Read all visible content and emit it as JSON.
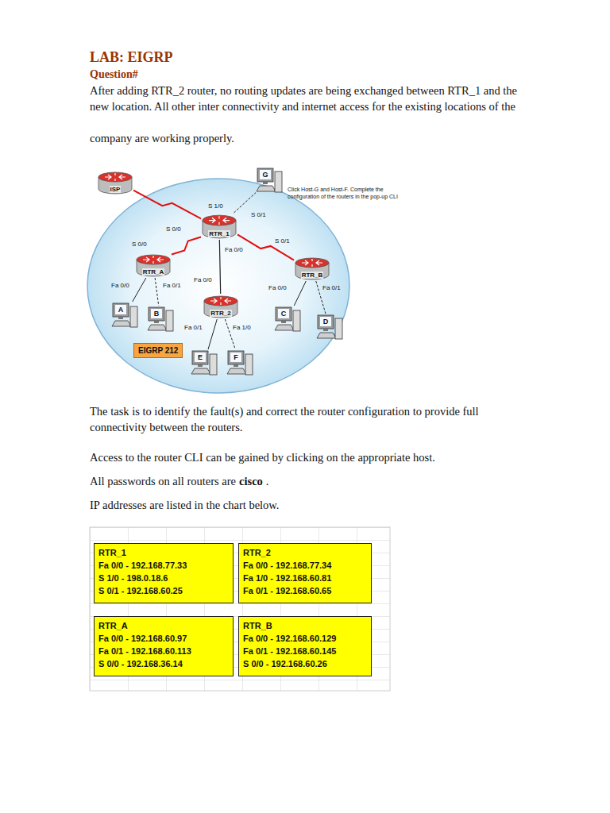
{
  "diagram": {
    "title": "LAB: EIGRP",
    "nodes": [
      {
        "text": [
          "ISP"
        ]
      },
      {
        "text": [
          "G"
        ]
      },
      {
        "text": [
          "RTR_1"
        ]
      },
      {
        "text": [
          "RTR_A"
        ]
      },
      {
        "text": [
          "RTR_2"
        ]
      },
      {
        "text": [
          "RTR_B"
        ]
      },
      {
        "text": [
          "A"
        ]
      },
      {
        "text": [
          "B"
        ]
      },
      {
        "text": [
          "E"
        ]
      },
      {
        "text": [
          "F"
        ]
      },
      {
        "text": [
          "C"
        ]
      },
      {
        "text": [
          "D"
        ]
      },
      {
        "text": [
          "EIGRP 212"
        ]
      },
      {
        "text": [
          "RTR_1",
          "Fa 0/0 - 192.168.77.33",
          "S 1/0 - 198.0.18.6",
          "S 0/1 - 192.168.60.25"
        ]
      },
      {
        "text": [
          "RTR_2",
          "Fa 0/0 - 192.168.77.34",
          "Fa 1/0 - 192.168.60.81",
          "Fa 0/1 - 192.168.60.65"
        ]
      },
      {
        "text": [
          "RTR_A",
          "Fa 0/0 - 192.168.60.97",
          "Fa 0/1 - 192.168.60.113",
          "S 0/0 - 192.168.36.14"
        ]
      },
      {
        "text": [
          "RTR_B",
          "Fa 0/0 - 192.168.60.129",
          "Fa 0/1 - 192.168.60.145",
          "S 0/0 - 192.168.60.26"
        ]
      }
    ],
    "edges": [
      {
        "from": 0,
        "to": 2,
        "arrow": "none"
      },
      {
        "from": 2,
        "to": 1,
        "arrow": "none"
      },
      {
        "from": 2,
        "to": 3,
        "arrow": "none"
      },
      {
        "from": 2,
        "to": 4,
        "arrow": "none"
      },
      {
        "from": 2,
        "to": 5,
        "arrow": "none"
      },
      {
        "from": 3,
        "to": 6,
        "arrow": "none"
      },
      {
        "from": 3,
        "to": 7,
        "arrow": "none"
      },
      {
        "from": 4,
        "to": 8,
        "arrow": "none"
      },
      {
        "from": 4,
        "to": 9,
        "arrow": "none"
      },
      {
        "from": 5,
        "to": 10,
        "arrow": "none"
      },
      {
        "from": 5,
        "to": 11,
        "arrow": "none"
      }
    ],
    "labels": [
      "Question#",
      "After adding RTR_2 router, no routing updates are being exchanged between RTR_1 and the new location. All other inter connectivity and internet access for the existing locations of the",
      "company are working properly.",
      "S 1/0",
      "S 0/0",
      "S 0/1",
      "Fa 0/0",
      "S 0/0",
      "Click Host-G and Host-F. Complete the configuration of the routers in the pop-up CLI",
      "Fa 0/0",
      "Fa 0/1",
      "Fa 0/0",
      "S 0/1",
      "Fa 0/1",
      "Fa 1/0",
      "Fa 0/0",
      "Fa 0/1",
      "The task is to identify the fault(s) and correct the router configuration to provide full connectivity between the routers.",
      "Access to the router CLI can be gained by clicking on the appropriate host.",
      "All passwords on all routers are",
      "cisco",
      ".",
      "IP addresses are listed in the chart below."
    ]
  }
}
